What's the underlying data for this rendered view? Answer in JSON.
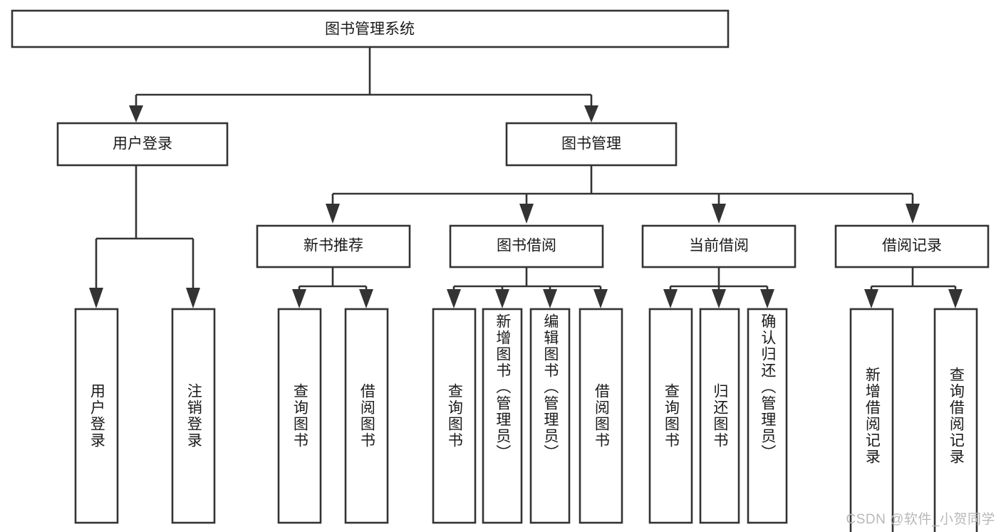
{
  "diagram": {
    "title_node": {
      "label": "图书管理系统"
    },
    "level2": [
      {
        "id": "user-login",
        "label": "用户登录"
      },
      {
        "id": "book-management",
        "label": "图书管理"
      }
    ],
    "level3": [
      {
        "id": "new-book-recommend",
        "label": "新书推荐"
      },
      {
        "id": "book-borrow",
        "label": "图书借阅"
      },
      {
        "id": "current-borrow",
        "label": "当前借阅"
      },
      {
        "id": "borrow-record",
        "label": "借阅记录"
      }
    ],
    "leaves": {
      "user-login": [
        {
          "id": "leaf-user-login",
          "label": "用户登录"
        },
        {
          "id": "leaf-user-logout",
          "label": "注销登录"
        }
      ],
      "new-book-recommend": [
        {
          "id": "leaf-query-book-1",
          "label": "查询图书"
        },
        {
          "id": "leaf-borrow-book-1",
          "label": "借阅图书"
        }
      ],
      "book-borrow": [
        {
          "id": "leaf-query-book-2",
          "label": "查询图书"
        },
        {
          "id": "leaf-add-book-admin",
          "label": "新增图书（管理员）"
        },
        {
          "id": "leaf-edit-book-admin",
          "label": "编辑图书（管理员）"
        },
        {
          "id": "leaf-borrow-book-2",
          "label": "借阅图书"
        }
      ],
      "current-borrow": [
        {
          "id": "leaf-query-book-3",
          "label": "查询图书"
        },
        {
          "id": "leaf-return-book",
          "label": "归还图书"
        },
        {
          "id": "leaf-confirm-return-admin",
          "label": "确认归还（管理员）"
        }
      ],
      "borrow-record": [
        {
          "id": "leaf-add-borrow-record",
          "label": "新增借阅记录"
        },
        {
          "id": "leaf-query-borrow-record",
          "label": "查询借阅记录"
        }
      ]
    },
    "watermark": "CSDN @软件_小贺同学",
    "colors": {
      "stroke": "#333333",
      "box_fill": "#ffffff",
      "text": "#1a1a1a",
      "watermark": "#b8b8b8",
      "background": "#ffffff"
    }
  }
}
